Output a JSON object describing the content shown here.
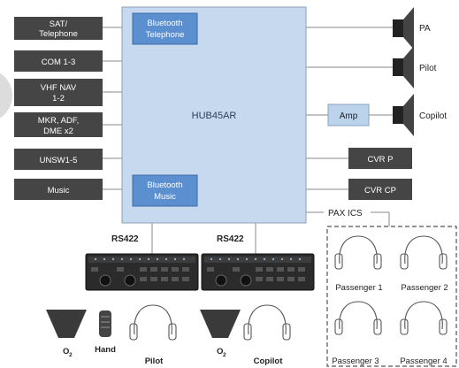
{
  "hub": {
    "label": "HUB45AR",
    "bt_telephone": [
      "Bluetooth",
      "Telephone"
    ],
    "bt_music": [
      "Bluetooth",
      "Music"
    ]
  },
  "inputs": [
    [
      "SAT/",
      "Telephone"
    ],
    [
      "COM 1-3"
    ],
    [
      "VHF NAV",
      "1-2"
    ],
    [
      "MKR, ADF,",
      "DME x2"
    ],
    [
      "UNSW1-5"
    ],
    [
      "Music"
    ]
  ],
  "outputs": {
    "speakers": [
      "PA",
      "Pilot",
      "Copilot"
    ],
    "amp": "Amp",
    "cvr": [
      "CVR P",
      "CVR CP"
    ],
    "pax_ics": "PAX ICS"
  },
  "rs422": "RS422",
  "crew": {
    "o2": "O",
    "o2_sub": "2",
    "hand": "Hand",
    "pilot": "Pilot",
    "copilot": "Copilot"
  },
  "passengers": [
    "Passenger 1",
    "Passenger 2",
    "Passenger 3",
    "Passenger 4"
  ],
  "colors": {
    "hub_fill": "#c6d9ef",
    "bt_fill": "#5b8fd0",
    "dark_box": "#454545",
    "amp_fill": "#bcd3ec"
  }
}
